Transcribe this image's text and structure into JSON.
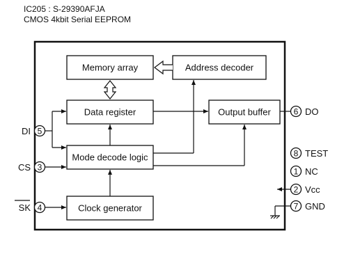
{
  "header": {
    "part": "IC205 : S-29390AFJA",
    "description": "CMOS 4kbit Serial EEPROM"
  },
  "blocks": {
    "memory_array": "Memory array",
    "address_decoder": "Address decoder",
    "data_register": "Data register",
    "output_buffer": "Output buffer",
    "mode_decode": "Mode decode logic",
    "clock_generator": "Clock generator"
  },
  "pins": {
    "di": {
      "number": "5",
      "label": "DI"
    },
    "cs": {
      "number": "3",
      "label": "CS"
    },
    "sk": {
      "number": "4",
      "label": "SK"
    },
    "do": {
      "number": "6",
      "label": "DO"
    },
    "test": {
      "number": "8",
      "label": "TEST"
    },
    "nc": {
      "number": "1",
      "label": "NC"
    },
    "vcc": {
      "number": "2",
      "label": "Vcc"
    },
    "gnd": {
      "number": "7",
      "label": "GND"
    }
  }
}
